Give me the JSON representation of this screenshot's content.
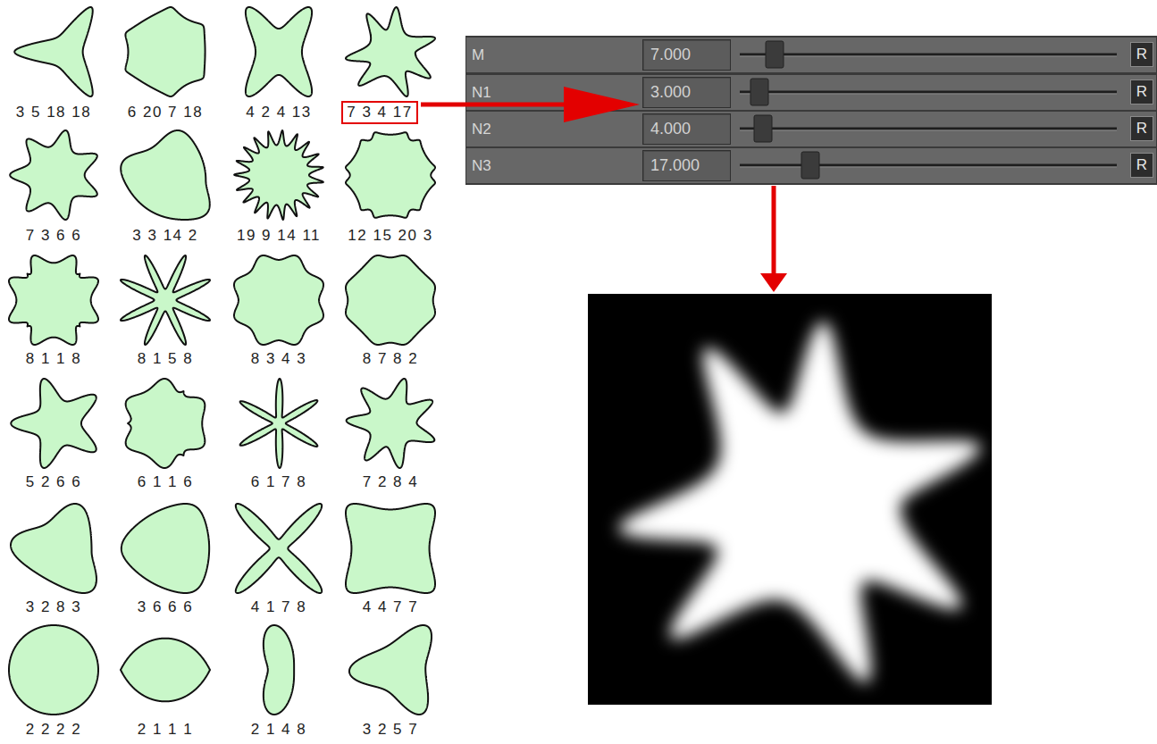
{
  "diagram": {
    "nodes": [
      {
        "text": [
          "7 3 4 17"
        ]
      },
      {
        "text": [
          "M"
        ]
      },
      {
        "text": [
          "7.000"
        ],
        "in": 1
      },
      {
        "text": [
          "R"
        ],
        "in": 1
      },
      {
        "text": [
          "N1"
        ]
      },
      {
        "text": [
          "3.000"
        ],
        "in": 4
      },
      {
        "text": [
          "R"
        ],
        "in": 4
      },
      {
        "text": [
          "N2"
        ]
      },
      {
        "text": [
          "4.000"
        ],
        "in": 7
      },
      {
        "text": [
          "R"
        ],
        "in": 7
      },
      {
        "text": [
          "N3"
        ]
      },
      {
        "text": [
          "17.000"
        ],
        "in": 10
      },
      {
        "text": [
          "R"
        ],
        "in": 10
      }
    ],
    "edges": [
      {
        "from": 0,
        "to": 5,
        "arrow": "to"
      }
    ],
    "labels": [
      "3 5 18 18",
      "6 20 7 18",
      "4 2 4 13",
      "7 3 6 6",
      "3 3 14 2",
      "19 9 14 11",
      "12 15 20 3",
      "8 1 1 8",
      "8 1 5 8",
      "8 3 4 3",
      "8 7 8 2",
      "5 2 6 6",
      "6 1 1 6",
      "6 1 7 8",
      "7 2 8 4",
      "3 2 8 3",
      "3 6 6 6",
      "4 1 7 8",
      "4 4 7 7",
      "2 2 2 2",
      "2 1 1 1",
      "2 1 4 8",
      "3 2 5 7"
    ]
  }
}
